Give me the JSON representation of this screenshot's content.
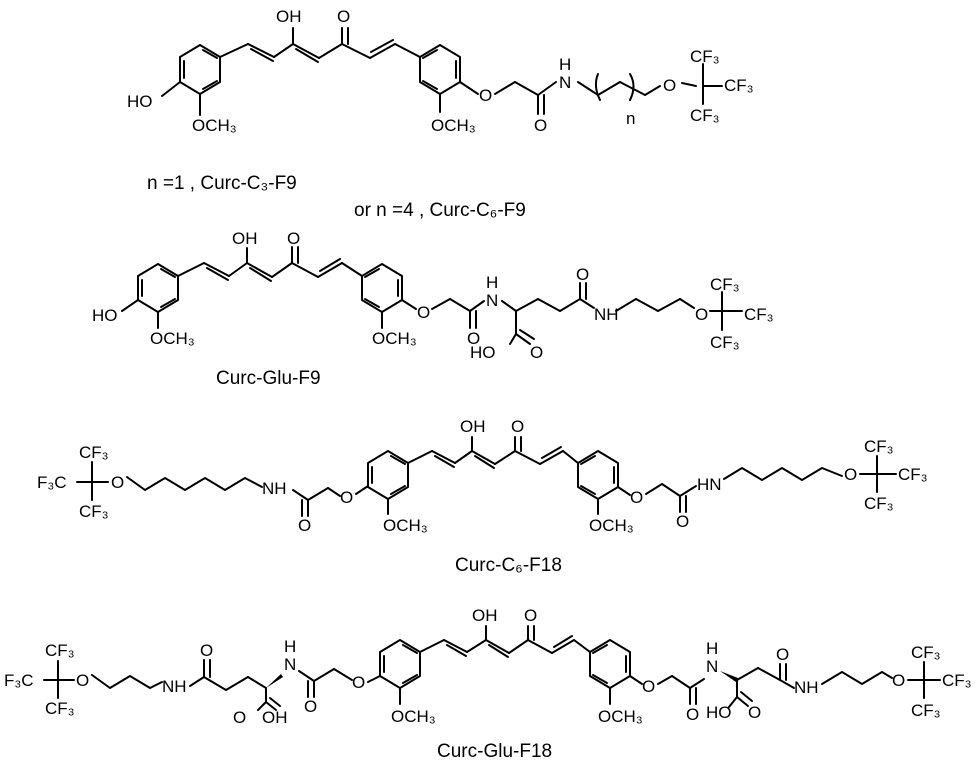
{
  "captions": {
    "c1_line1": "n =1 , Curc-C₃-F9",
    "c1_line2": "or    n =4 , Curc-C₆-F9",
    "c2": "Curc-Glu-F9",
    "c3": "Curc-C₆-F18",
    "c4": "Curc-Glu-F18"
  },
  "labels": {
    "OH": "OH",
    "HO": "HO",
    "O": "O",
    "OCH3": "OCH₃",
    "NH": "NH",
    "HN": "HN",
    "N": "N",
    "H": "H",
    "n": "n",
    "CF3": "CF₃",
    "F3C": "F₃C"
  }
}
